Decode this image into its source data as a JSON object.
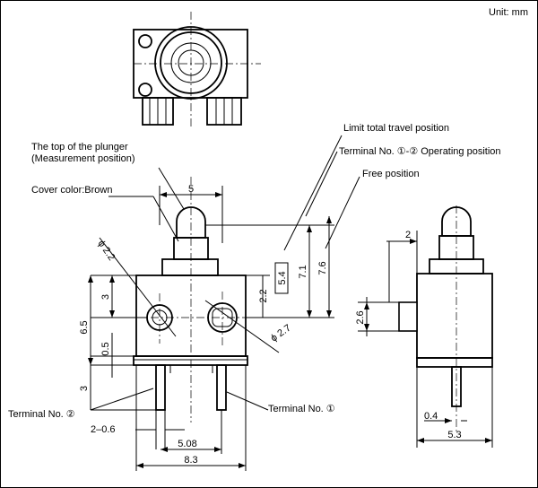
{
  "unit_label": "Unit: mm",
  "labels": {
    "plunger_top": "The top of the plunger",
    "measurement_position": "(Measurement position)",
    "cover_color": "Cover color:Brown",
    "limit_total_travel": "Limit total travel position",
    "operating_position": "Terminal No. ①-② Operating position",
    "free_position": "Free position",
    "terminal_2": "Terminal No. ②",
    "terminal_1": "Terminal No. ①"
  },
  "dimensions": {
    "width_5": "5",
    "dia_2_2": "ϕ 2.2",
    "dia_2_7": "ϕ 2.7",
    "dim_2_2": "2.2",
    "dim_5_4": "5.4",
    "dim_7_1": "7.1",
    "dim_7_6": "7.6",
    "dim_3_upper": "3",
    "dim_6_5": "6.5",
    "dim_0_5": "0.5",
    "dim_3_lower": "3",
    "dim_2_0_6": "2–0.6",
    "dim_5_08": "5.08",
    "dim_8_3": "8.3",
    "side_2": "2",
    "side_2_6": "2.6",
    "side_0_4": "0.4",
    "side_5_3": "5.3"
  }
}
